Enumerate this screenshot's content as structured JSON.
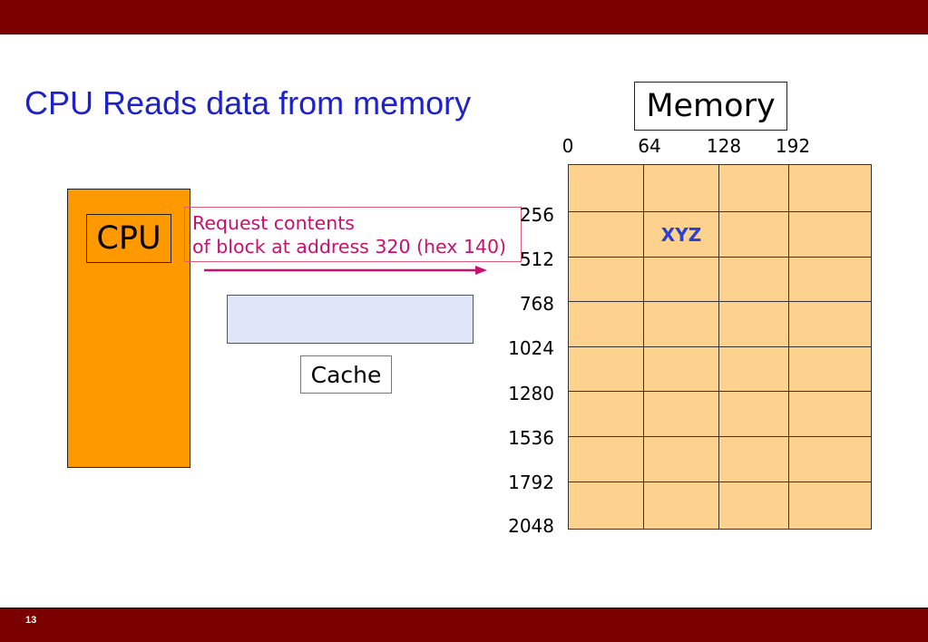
{
  "slide": {
    "title": "CPU Reads data from memory",
    "page_number": "13"
  },
  "cpu": {
    "label": "CPU"
  },
  "request": {
    "lines": [
      "Request contents",
      "of block at address 320 (hex 140)"
    ]
  },
  "cache": {
    "label": "Cache"
  },
  "memory": {
    "label": "Memory",
    "column_labels": [
      "0",
      "64",
      "128",
      "192"
    ],
    "row_labels": [
      "256",
      "512",
      "768",
      "1024",
      "1280",
      "1536",
      "1792",
      "2048"
    ],
    "cells": [
      [
        "",
        "",
        "",
        ""
      ],
      [
        "",
        "XYZ",
        "",
        ""
      ],
      [
        "",
        "",
        "",
        ""
      ],
      [
        "",
        "",
        "",
        ""
      ],
      [
        "",
        "",
        "",
        ""
      ],
      [
        "",
        "",
        "",
        ""
      ],
      [
        "",
        "",
        "",
        ""
      ],
      [
        "",
        "",
        "",
        ""
      ]
    ]
  },
  "colors": {
    "header_footer": "#7b0000",
    "title": "#1e22cc",
    "cpu": "#ff9900",
    "cache": "#e0e6fa",
    "memory_cell": "#fdd28f",
    "request": "#c8106e",
    "request_border": "#e05a7a",
    "cell_text": "#2a3fd4"
  }
}
